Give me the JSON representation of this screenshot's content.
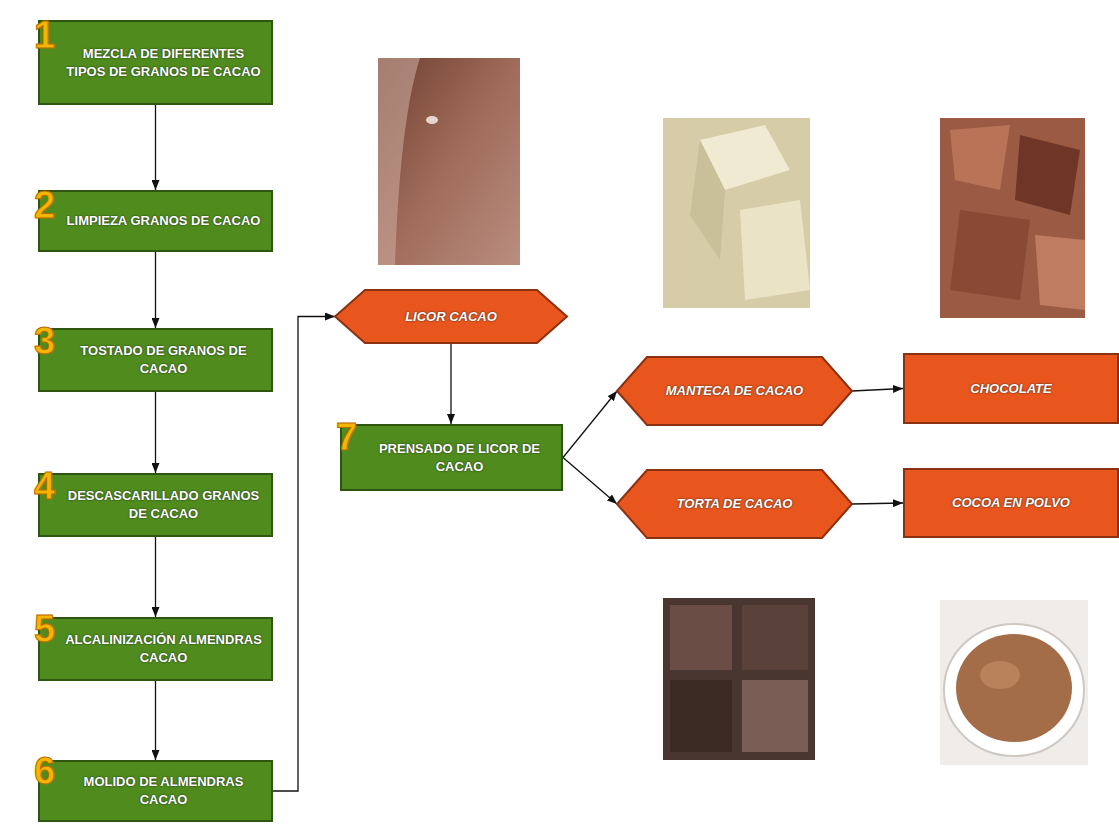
{
  "diagram": {
    "nodes": [
      {
        "text": [
          "MEZCLA DE DIFERENTES TIPOS DE GRANOS DE CACAO"
        ]
      },
      {
        "text": [
          "LIMPIEZA GRANOS DE CACAO"
        ]
      },
      {
        "text": [
          "TOSTADO DE GRANOS DE CACAO"
        ]
      },
      {
        "text": [
          "DESCASCARILLADO GRANOS DE CACAO"
        ]
      },
      {
        "text": [
          "ALCALINIZACIÓN ALMENDRAS CACAO"
        ]
      },
      {
        "text": [
          "MOLIDO DE ALMENDRAS CACAO"
        ]
      },
      {
        "text": [
          "LICOR CACAO"
        ]
      },
      {
        "text": [
          "PRENSADO DE LICOR DE CACAO"
        ]
      },
      {
        "text": [
          "MANTECA DE CACAO"
        ]
      },
      {
        "text": [
          "CHOCOLATE"
        ]
      },
      {
        "text": [
          "TORTA DE CACAO"
        ]
      },
      {
        "text": [
          "COCOA EN POLVO"
        ]
      }
    ],
    "edges": [
      {
        "from": 0,
        "to": 1,
        "arrow": "to"
      },
      {
        "from": 1,
        "to": 2,
        "arrow": "to"
      },
      {
        "from": 2,
        "to": 3,
        "arrow": "to"
      },
      {
        "from": 3,
        "to": 4,
        "arrow": "to"
      },
      {
        "from": 4,
        "to": 5,
        "arrow": "to"
      },
      {
        "from": 5,
        "to": 6,
        "arrow": "to"
      },
      {
        "from": 6,
        "to": 7,
        "arrow": "to"
      },
      {
        "from": 7,
        "to": 8,
        "arrow": "to"
      },
      {
        "from": 7,
        "to": 10,
        "arrow": "to"
      },
      {
        "from": 8,
        "to": 9,
        "arrow": "to"
      },
      {
        "from": 10,
        "to": 11,
        "arrow": "to"
      }
    ],
    "labels": [
      "1",
      "2",
      "3",
      "4",
      "5",
      "6",
      "7"
    ]
  }
}
